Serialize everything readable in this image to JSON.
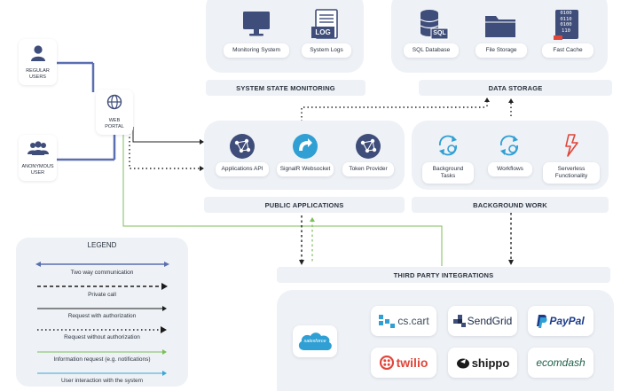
{
  "users": {
    "regular": "REGULAR USERS",
    "anonymous": "ANONYMOUS USER",
    "portal": "WEB PORTAL"
  },
  "monitoring": {
    "title": "SYSTEM STATE MONITORING",
    "items": [
      "Monitoring System",
      "System Logs"
    ]
  },
  "storage": {
    "title": "DATA STORAGE",
    "items": [
      "SQL Database",
      "File Storage",
      "Fast Cache"
    ],
    "sql_badge": "SQL",
    "log_badge": "LOG",
    "cache_bits": [
      "0100",
      "0110",
      "0100",
      "110"
    ]
  },
  "public_apps": {
    "title": "PUBLIC APPLICATIONS",
    "items": [
      "Applications API",
      "SignalR Websocket",
      "Token Provider"
    ]
  },
  "background": {
    "title": "BACKGROUND WORK",
    "items": [
      "Background Tasks",
      "Workflows",
      "Serverless Functionality"
    ]
  },
  "third_party": {
    "title": "THIRD PARTY INTEGRATIONS",
    "brands": [
      "salesforce",
      "cs.cart",
      "SendGrid",
      "PayPal",
      "twilio",
      "shippo",
      "ecomdash"
    ]
  },
  "legend": {
    "title": "LEGEND",
    "items": [
      "Two way communication",
      "Private call",
      "Request with authorization",
      "Request without authorization",
      "Information request (e.g. notifications)",
      "User interaction with the system"
    ]
  },
  "colors": {
    "blue_line": "#5a6fb0",
    "green_line": "#7cbf5a",
    "cyan_line": "#3aa6d8",
    "icon_navy": "#3e4d7a",
    "accent_teal": "#2f9fd4",
    "accent_red": "#e0463a"
  }
}
